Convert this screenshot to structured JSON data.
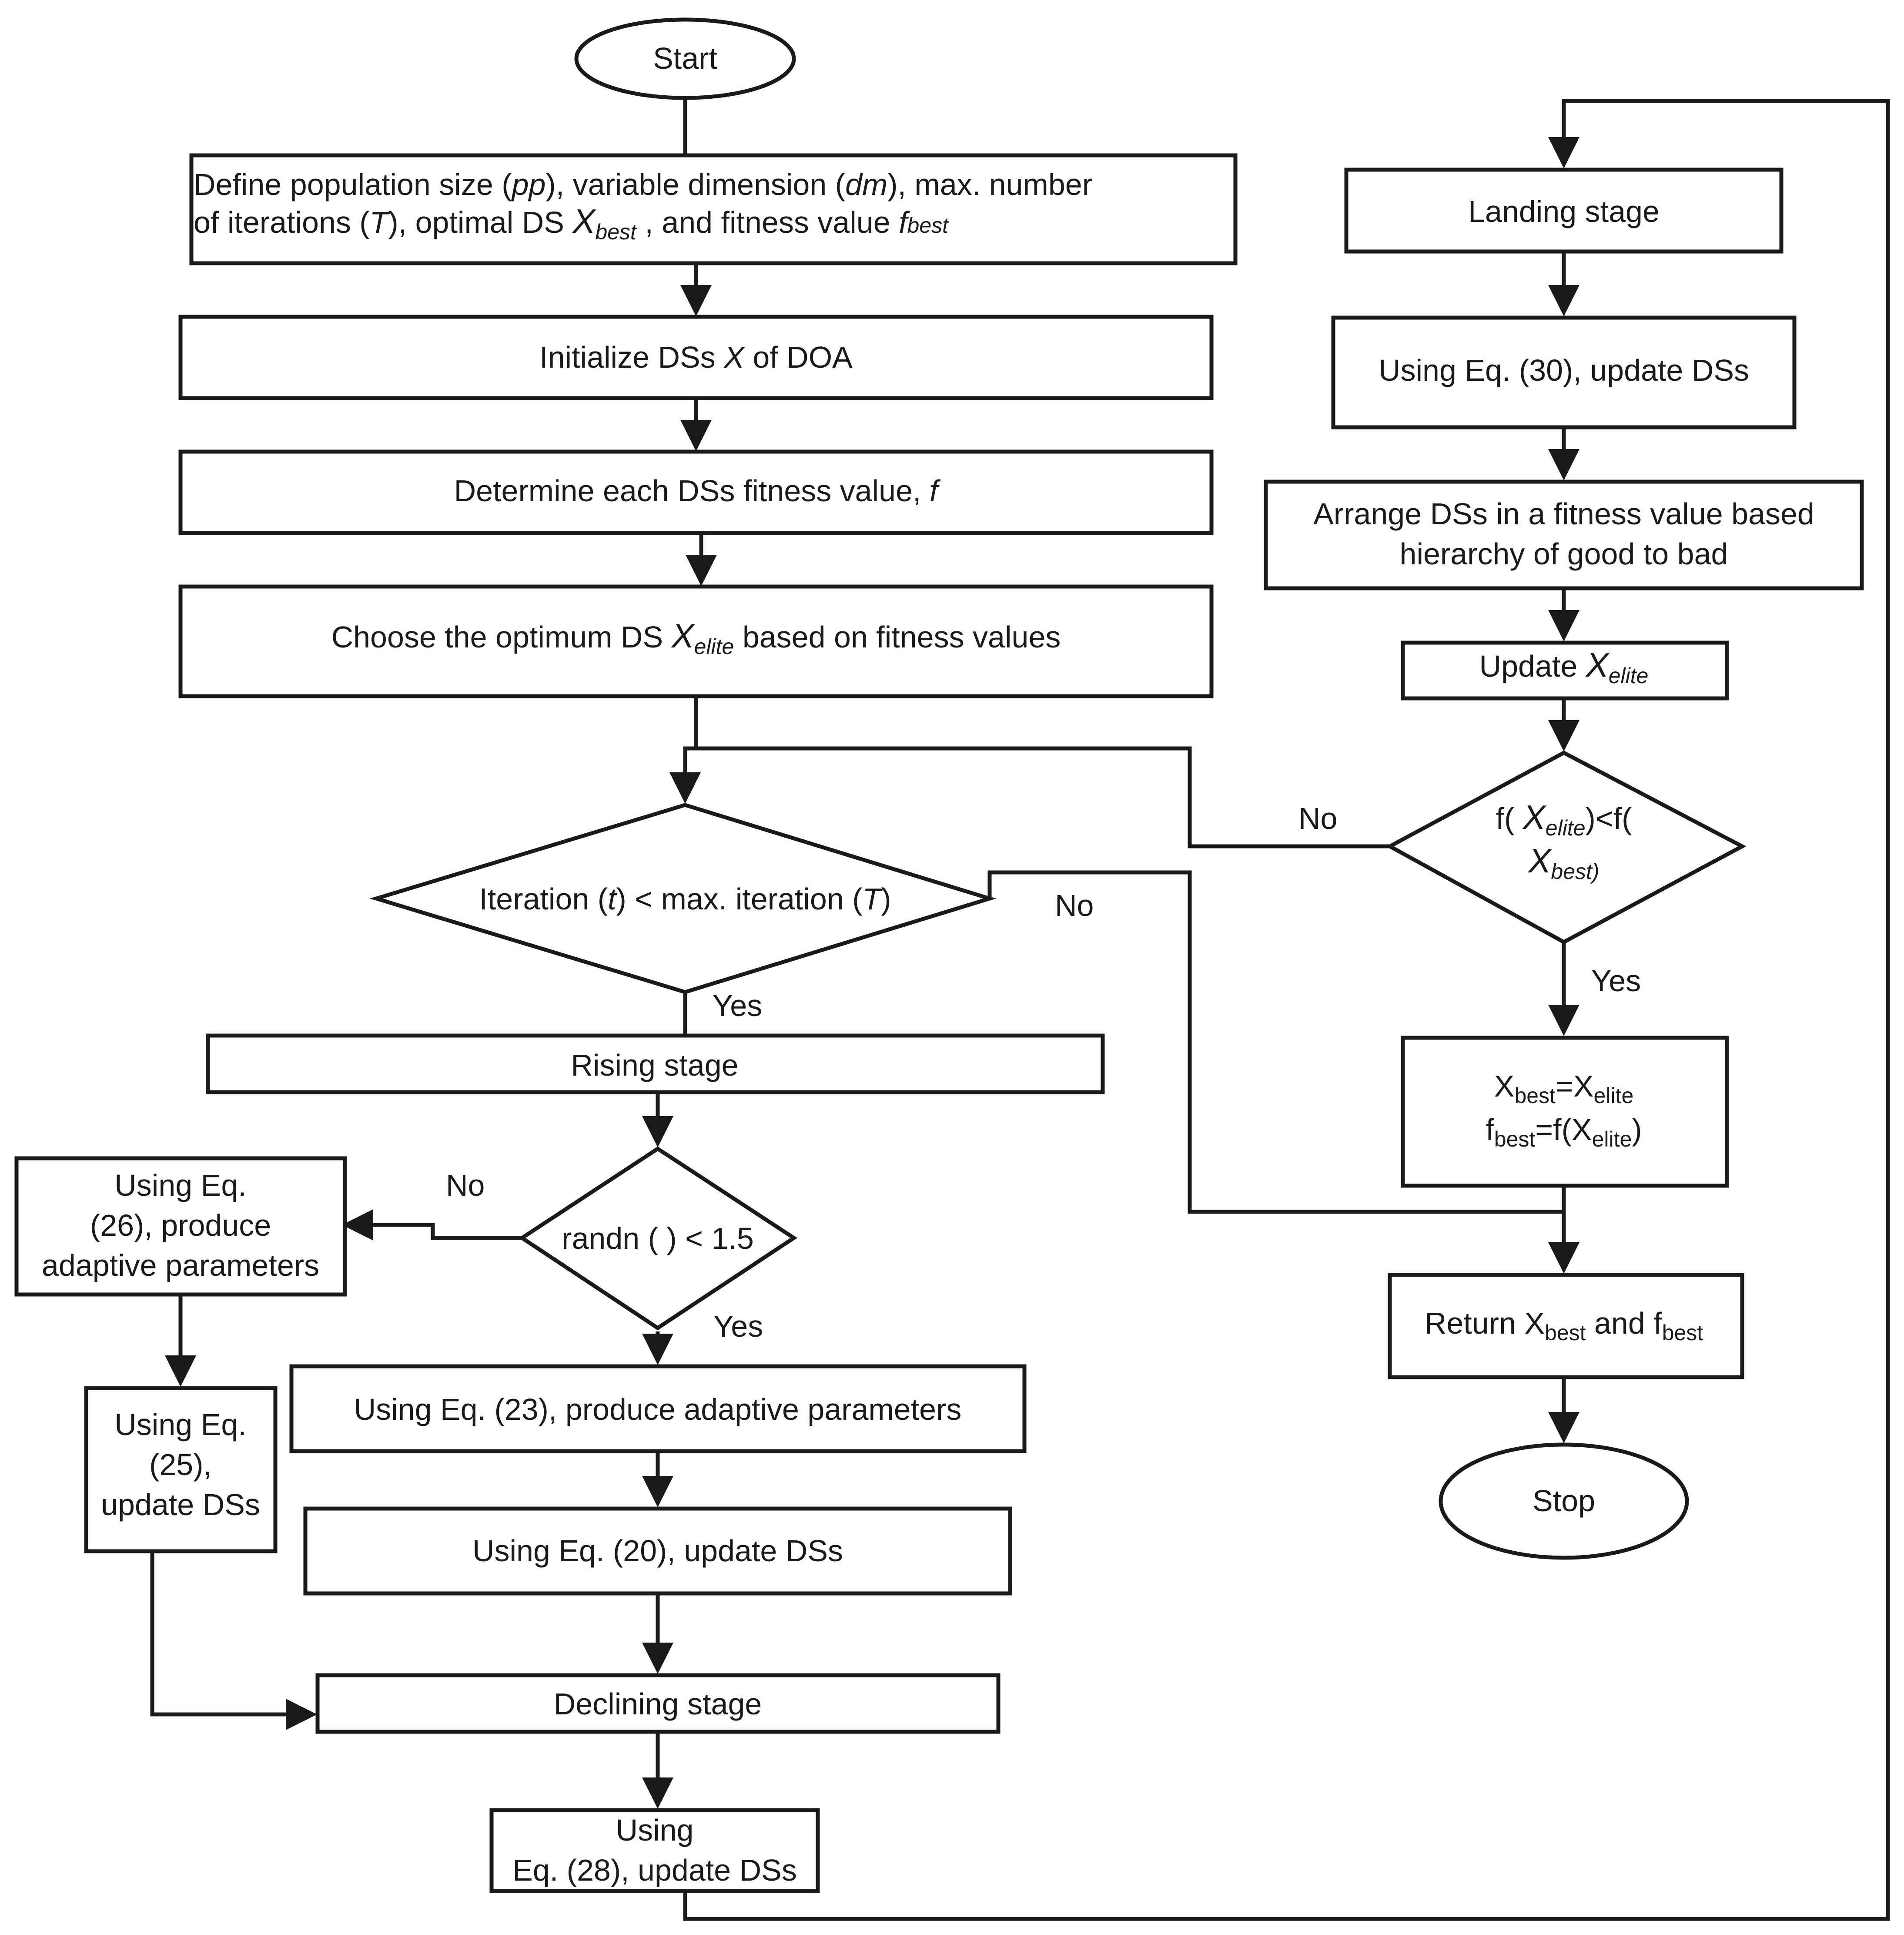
{
  "nodes": {
    "start": "Start",
    "define": {
      "l1_a": "Define population size (",
      "l1_pp": "pp",
      "l1_b": "), variable dimension (",
      "l1_dm": "dm",
      "l1_c": "), max. number",
      "l2_a": "of iterations (",
      "l2_T": "T",
      "l2_b": "), optimal DS ",
      "l2_X": "X",
      "l2_Xsub": "best",
      "l2_c": " , and fitness value ",
      "l2_f": "f",
      "l2_fsub": "best"
    },
    "init": {
      "a": "Initialize DSs ",
      "X": "X",
      "b": " of DOA"
    },
    "fitness": {
      "a": "Determine each DSs fitness value, ",
      "f": "f"
    },
    "choose": {
      "a": "Choose the optimum DS ",
      "X": "X",
      "sub": "elite",
      "b": "  based on fitness values"
    },
    "iteration": {
      "a": "Iteration (",
      "t": "t",
      "b": ") < max. iteration (",
      "T": "T",
      "c": ")"
    },
    "rising": "Rising stage",
    "randn": "randn ( ) < 1.5",
    "eq26": [
      "Using Eq.",
      "(26), produce",
      "adaptive parameters"
    ],
    "eq25": [
      "Using Eq.",
      "(25),",
      "update DSs"
    ],
    "eq23": "Using Eq. (23), produce adaptive parameters",
    "eq20": "Using Eq. (20), update DSs",
    "declining": "Declining stage",
    "eq28": [
      "Using",
      "Eq. (28), update DSs"
    ],
    "landing": "Landing stage",
    "eq30": "Using Eq. (30), update DSs",
    "arrange": [
      "Arrange DSs in a fitness value based",
      "hierarchy of good to bad"
    ],
    "update_elite": {
      "a": "Update ",
      "X": "X",
      "sub": "elite"
    },
    "compare": {
      "l1_a": "f( ",
      "l1_X": "X",
      "l1_sub": "elite",
      "l1_b": ")<f(",
      "l2_X": "X",
      "l2_sub": "best)"
    },
    "assign": {
      "l1_X": "X",
      "l1_sub": "best",
      "l1_eq": "=X",
      "l1_sub2": "elite",
      "l2_f": "f",
      "l2_sub": "best",
      "l2_eq": "=f(X",
      "l2_sub2": "elite",
      "l2_end": ")"
    },
    "return": {
      "a": "Return X",
      "sub": "best",
      "b": " and f",
      "sub2": "best"
    },
    "stop": "Stop"
  },
  "edge_labels": {
    "iteration_yes": "Yes",
    "iteration_no": "No",
    "randn_yes": "Yes",
    "randn_no": "No",
    "compare_yes": "Yes",
    "compare_no": "No"
  }
}
